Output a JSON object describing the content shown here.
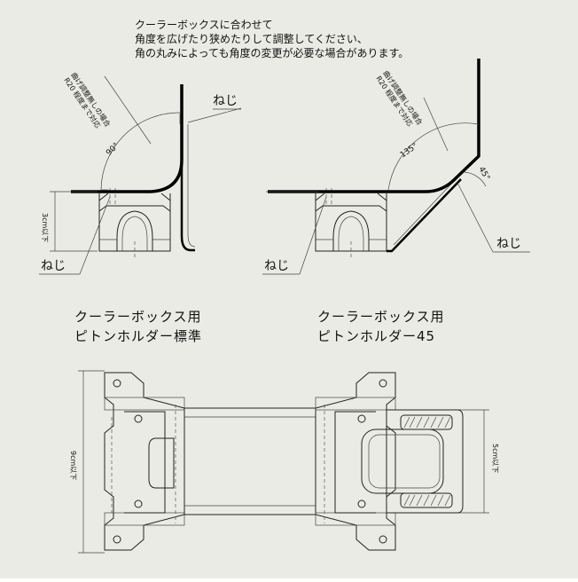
{
  "note": {
    "line1": "クーラーボックスに合わせて",
    "line2": "角度を広げたり狭めたりして調整してください、",
    "line3": "角の丸みによっても角度の変更が必要な場合があります。"
  },
  "left_view": {
    "screw_top": "ねじ",
    "screw_bottom": "ねじ",
    "angle": "90°",
    "bend_note_1": "曲げ調整無しの場合",
    "bend_note_2": "R20 程度まで対応",
    "height_dim": "3cm以下"
  },
  "right_view": {
    "screw_label": "ねじ",
    "screw_bottom": "ねじ",
    "angle_main": "135°",
    "angle_small": "45°",
    "bend_note_1": "曲げ調整無しの場合",
    "bend_note_2": "R20 程度まで対応"
  },
  "captions": {
    "left_1": "クーラーボックス用",
    "left_2": "ピトンホルダー標準",
    "right_1": "クーラーボックス用",
    "right_2": "ピトンホルダー45"
  },
  "plan_view": {
    "left_dim": "9cm以下",
    "right_dim": "5cm以下"
  }
}
